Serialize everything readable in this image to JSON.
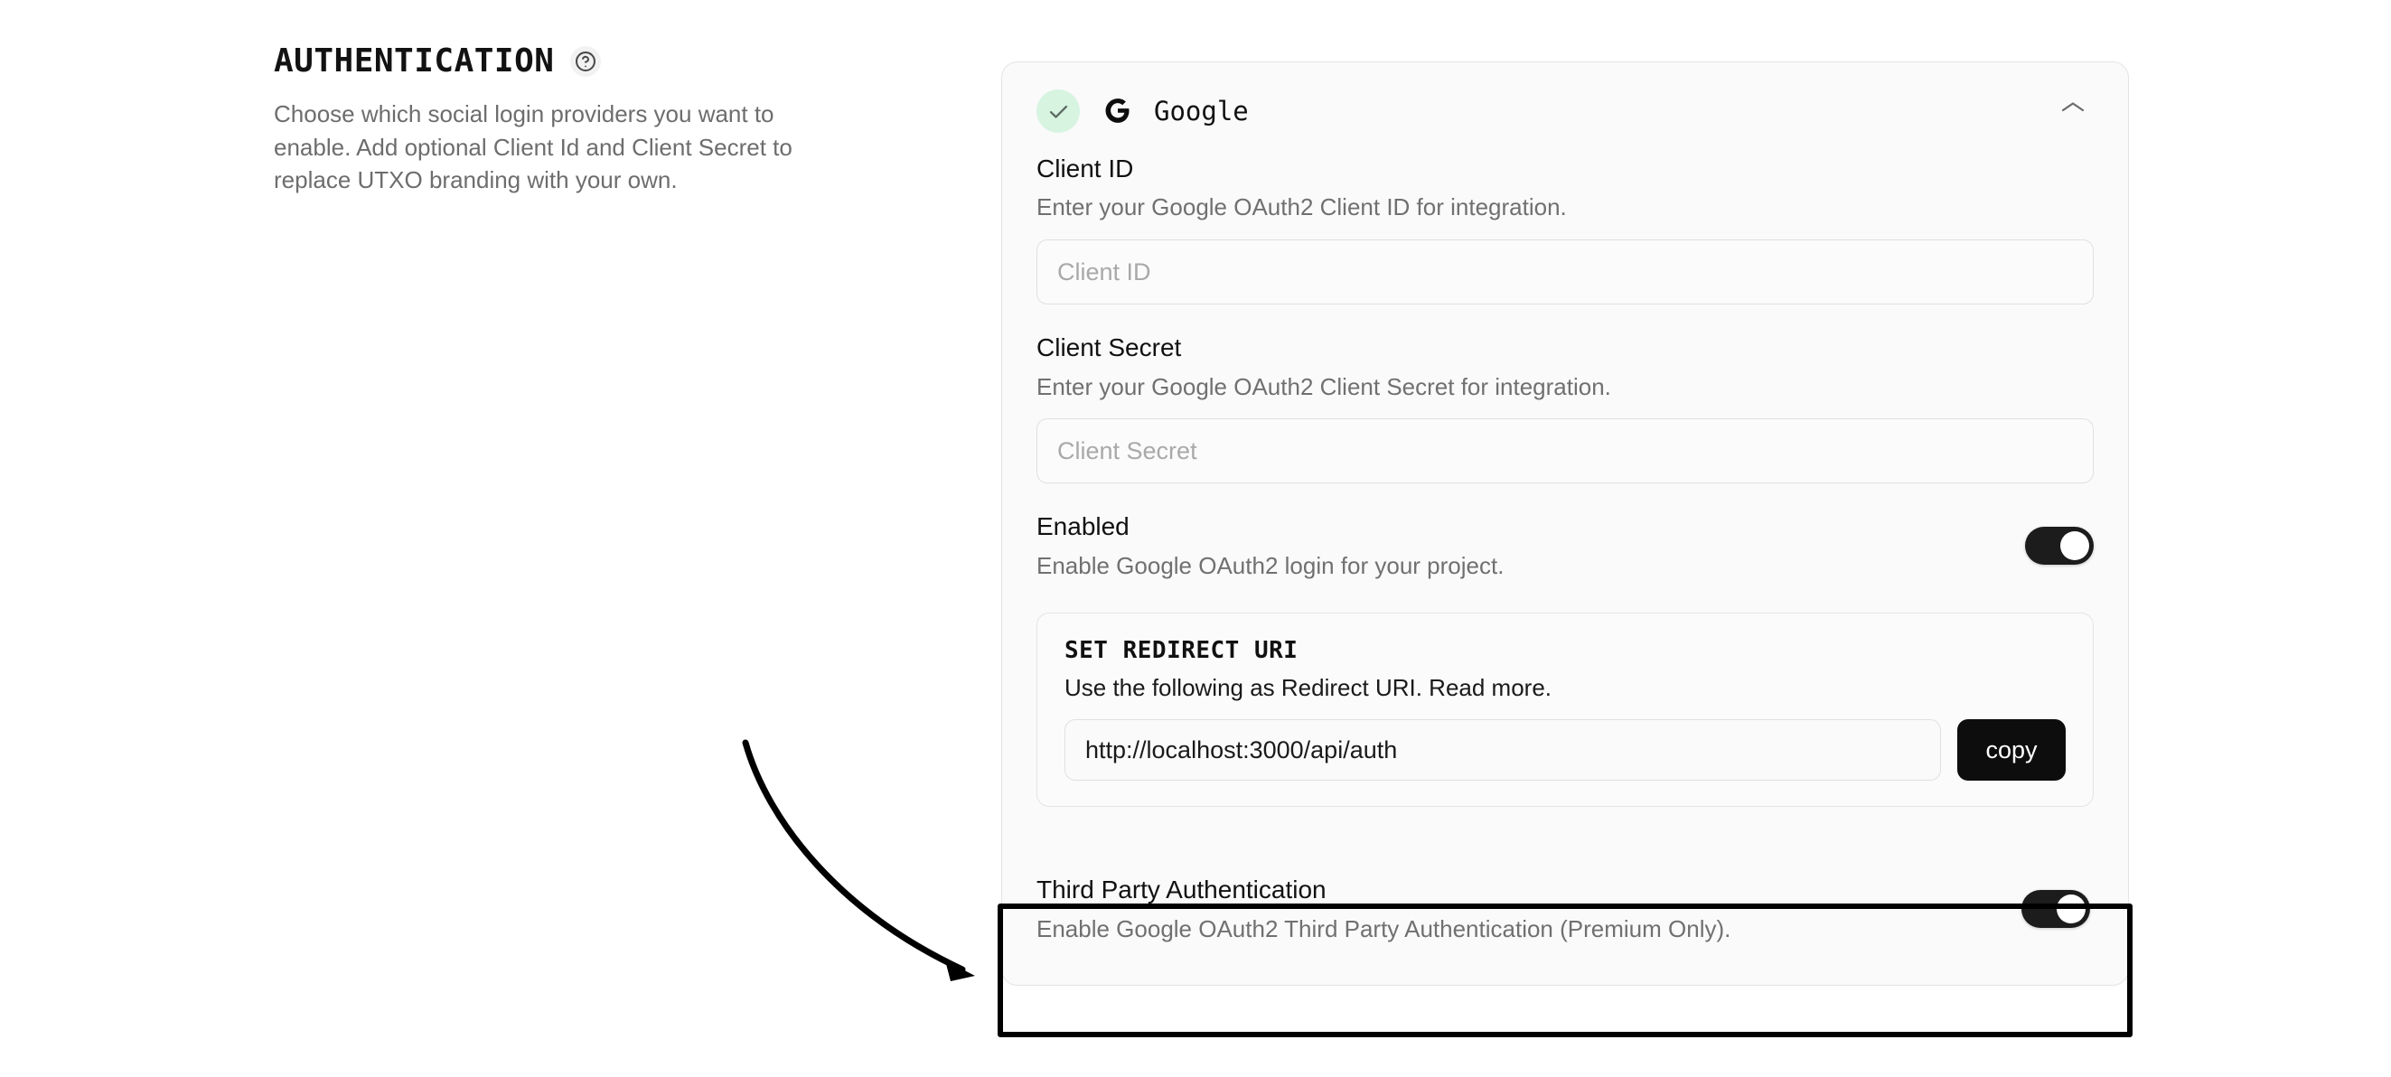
{
  "section": {
    "title": "AUTHENTICATION",
    "help_icon": "question-mark-circle-icon",
    "description": "Choose which social login providers you want to enable. Add optional Client Id and Client Secret to replace UTXO branding with your own."
  },
  "provider_card": {
    "status_icon": "check-icon",
    "status_color": "#d7f4e1",
    "logo_icon": "google-g-icon",
    "name": "Google",
    "collapse_icon": "chevron-up-icon",
    "fields": [
      {
        "label": "Client ID",
        "hint": "Enter your Google OAuth2 Client ID for integration.",
        "value": "",
        "placeholder": "Client ID"
      },
      {
        "label": "Client Secret",
        "hint": "Enter your Google OAuth2 Client Secret for integration.",
        "value": "",
        "placeholder": "Client Secret"
      }
    ],
    "enabled": {
      "label": "Enabled",
      "hint": "Enable Google OAuth2 login for your project.",
      "state": "on"
    },
    "redirect": {
      "title": "SET REDIRECT URI",
      "subtitle": "Use the following as Redirect URI. Read more.",
      "value": "http://localhost:3000/api/auth",
      "copy_label": "copy"
    },
    "third_party": {
      "label": "Third Party Authentication",
      "hint": "Enable Google OAuth2 Third Party Authentication (Premium Only).",
      "state": "on"
    }
  },
  "annotation": {
    "arrow_icon": "curved-arrow-icon",
    "highlight_target": "third-party-authentication-row",
    "highlight_color": "#000000"
  },
  "colors": {
    "page_background": "#ffffff",
    "card_background": "#fafafa",
    "card_border": "#e4e4e4",
    "toggle_on": "#1c1c1c",
    "accent_black": "#0d0d0d",
    "muted_text": "#707070"
  }
}
